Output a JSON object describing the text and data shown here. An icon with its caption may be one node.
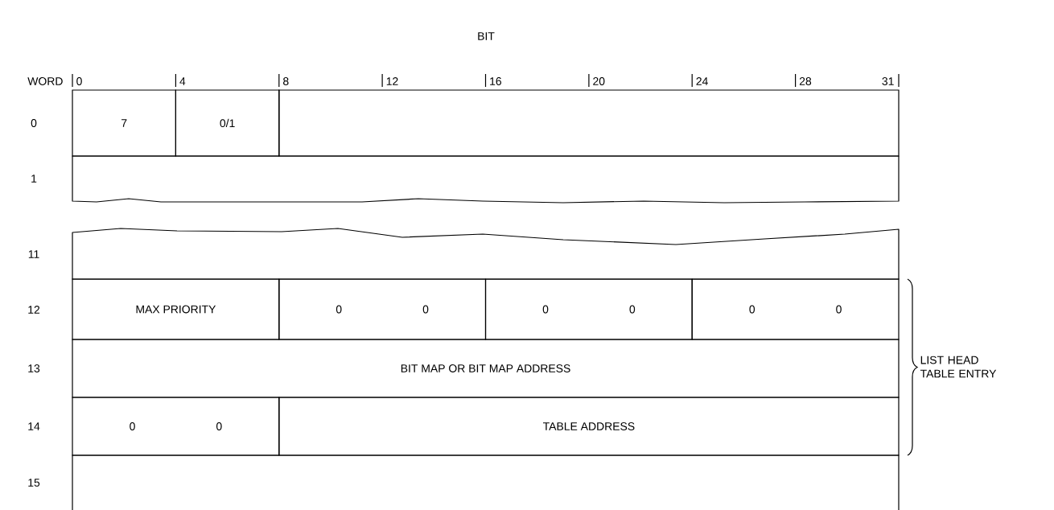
{
  "diagram": {
    "nodes": [
      {
        "text": [
          "7"
        ]
      },
      {
        "text": [
          "0/1"
        ]
      },
      {
        "text": [],
        "shape": "box"
      },
      {
        "text": [],
        "shape": "box"
      },
      {
        "text": [],
        "shape": "box"
      },
      {
        "text": [
          "MAX PRIORITY"
        ]
      },
      {
        "text": [
          "0",
          "0"
        ]
      },
      {
        "text": [
          "0",
          "0"
        ]
      },
      {
        "text": [
          "0",
          "0"
        ]
      },
      {
        "text": [
          "BIT MAP OR BIT MAP ADDRESS"
        ]
      },
      {
        "text": [
          "0",
          "0"
        ]
      },
      {
        "text": [
          "TABLE ADDRESS"
        ]
      },
      {
        "text": [],
        "shape": "box"
      }
    ],
    "labels": [
      "BIT",
      "WORD",
      "0",
      "4",
      "8",
      "12",
      "16",
      "20",
      "24",
      "28",
      "31",
      "0",
      "1",
      "11",
      "12",
      "13",
      "14",
      "15",
      "LIST HEAD TABLE ENTRY"
    ]
  }
}
